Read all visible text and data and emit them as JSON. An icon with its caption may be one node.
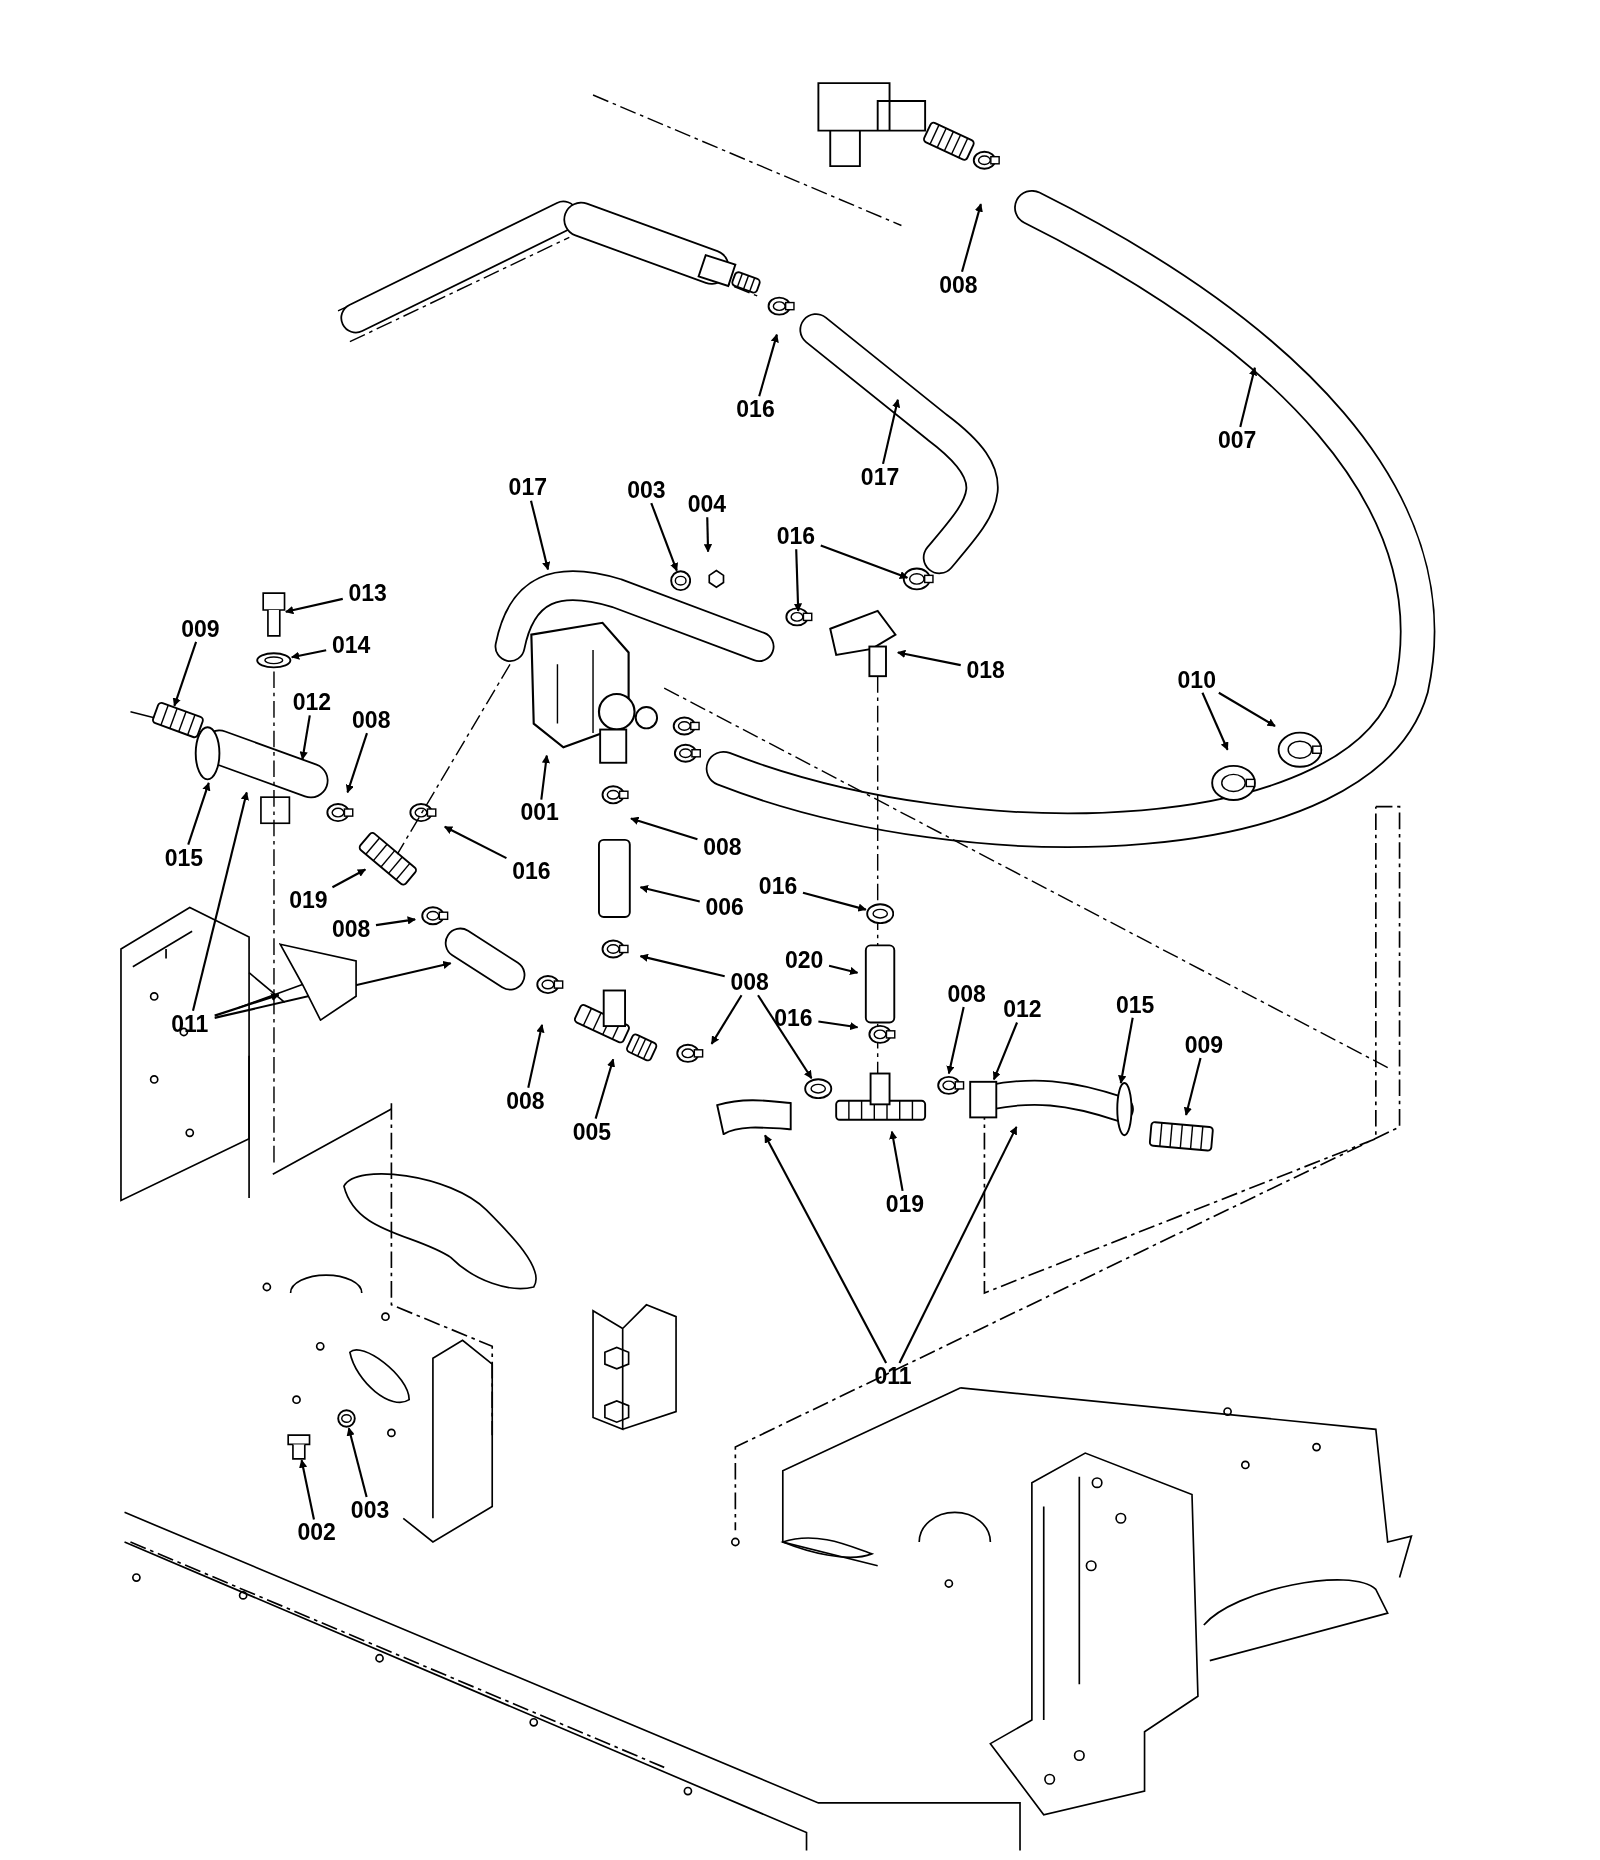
{
  "diagram": {
    "nodes": [
      {
        "text": [
          "008"
        ]
      },
      {
        "text": [
          "016"
        ]
      },
      {
        "text": [
          "017"
        ]
      },
      {
        "text": [
          "007"
        ]
      },
      {
        "text": [
          "017"
        ]
      },
      {
        "text": [
          "003"
        ]
      },
      {
        "text": [
          "004"
        ]
      },
      {
        "text": [
          "016"
        ]
      },
      {
        "text": [
          "013"
        ]
      },
      {
        "text": [
          "009"
        ]
      },
      {
        "text": [
          "014"
        ]
      },
      {
        "text": [
          "018"
        ]
      },
      {
        "text": [
          "012"
        ]
      },
      {
        "text": [
          "010"
        ]
      },
      {
        "text": [
          "008"
        ]
      },
      {
        "text": [
          "015"
        ]
      },
      {
        "text": [
          "001"
        ]
      },
      {
        "text": [
          "008"
        ]
      },
      {
        "text": [
          "016"
        ]
      },
      {
        "text": [
          "019"
        ]
      },
      {
        "text": [
          "006"
        ]
      },
      {
        "text": [
          "016"
        ]
      },
      {
        "text": [
          "008"
        ]
      },
      {
        "text": [
          "020"
        ]
      },
      {
        "text": [
          "008"
        ]
      },
      {
        "text": [
          "011"
        ]
      },
      {
        "text": [
          "016"
        ]
      },
      {
        "text": [
          "008"
        ]
      },
      {
        "text": [
          "012"
        ]
      },
      {
        "text": [
          "015"
        ]
      },
      {
        "text": [
          "009"
        ]
      },
      {
        "text": [
          "008"
        ]
      },
      {
        "text": [
          "005"
        ]
      },
      {
        "text": [
          "019"
        ]
      },
      {
        "text": [
          "011"
        ]
      },
      {
        "text": [
          "002"
        ]
      },
      {
        "text": [
          "003"
        ]
      },
      {
        "text": [],
        "shape": "circle"
      },
      {
        "text": [],
        "shape": "bolt"
      },
      {
        "text": [],
        "shape": "circle"
      },
      {
        "text": [],
        "shape": "circle"
      },
      {
        "text": [],
        "shape": "circle"
      },
      {
        "text": [],
        "shape": "box"
      },
      {
        "text": [],
        "shape": "bolt"
      },
      {
        "text": [],
        "shape": "bar"
      },
      {
        "text": [],
        "shape": "circle"
      }
    ],
    "edges": [
      {
        "from": 0,
        "to": null,
        "arrow": "to"
      },
      {
        "from": 1,
        "to": null,
        "arrow": "to"
      },
      {
        "from": 2,
        "to": null,
        "arrow": "to"
      },
      {
        "from": 3,
        "to": null,
        "arrow": "to"
      },
      {
        "from": 4,
        "to": null,
        "arrow": "to"
      },
      {
        "from": 5,
        "to": 37,
        "arrow": "to"
      },
      {
        "from": 6,
        "to": null,
        "arrow": "to"
      },
      {
        "from": 7,
        "to": null,
        "arrow": "to"
      },
      {
        "from": 7,
        "to": null,
        "arrow": "to"
      },
      {
        "from": 8,
        "to": 38,
        "arrow": "to"
      },
      {
        "from": 9,
        "to": null,
        "arrow": "to"
      },
      {
        "from": 10,
        "to": 39,
        "arrow": "to"
      },
      {
        "from": 11,
        "to": null,
        "arrow": "to"
      },
      {
        "from": 12,
        "to": null,
        "arrow": "to"
      },
      {
        "from": 13,
        "to": null,
        "arrow": "to"
      },
      {
        "from": 13,
        "to": null,
        "arrow": "to"
      },
      {
        "from": 14,
        "to": null,
        "arrow": "to"
      },
      {
        "from": 15,
        "to": null,
        "arrow": "to"
      },
      {
        "from": 16,
        "to": null,
        "arrow": "to"
      },
      {
        "from": 17,
        "to": null,
        "arrow": "to"
      },
      {
        "from": 18,
        "to": null,
        "arrow": "to"
      },
      {
        "from": 19,
        "to": null,
        "arrow": "to"
      },
      {
        "from": 20,
        "to": null,
        "arrow": "to"
      },
      {
        "from": 21,
        "to": 40,
        "arrow": "to"
      },
      {
        "from": 22,
        "to": null,
        "arrow": "to"
      },
      {
        "from": 23,
        "to": null,
        "arrow": "to"
      },
      {
        "from": 24,
        "to": null,
        "arrow": "to"
      },
      {
        "from": 24,
        "to": null,
        "arrow": "to"
      },
      {
        "from": 24,
        "to": 41,
        "arrow": "to"
      },
      {
        "from": 25,
        "to": null,
        "arrow": "to"
      },
      {
        "from": 25,
        "to": null,
        "arrow": "to"
      },
      {
        "from": 25,
        "to": 42,
        "arrow": "to"
      },
      {
        "from": 26,
        "to": null,
        "arrow": "to"
      },
      {
        "from": 27,
        "to": null,
        "arrow": "to"
      },
      {
        "from": 28,
        "to": null,
        "arrow": "to"
      },
      {
        "from": 29,
        "to": null,
        "arrow": "to"
      },
      {
        "from": 30,
        "to": null,
        "arrow": "to"
      },
      {
        "from": 31,
        "to": null,
        "arrow": "to"
      },
      {
        "from": 32,
        "to": null,
        "arrow": "to"
      },
      {
        "from": 33,
        "to": null,
        "arrow": "to"
      },
      {
        "from": 34,
        "to": 44,
        "arrow": "to"
      },
      {
        "from": 34,
        "to": null,
        "arrow": "to"
      },
      {
        "from": 35,
        "to": 43,
        "arrow": "to"
      },
      {
        "from": 36,
        "to": 45,
        "arrow": "to"
      }
    ]
  }
}
